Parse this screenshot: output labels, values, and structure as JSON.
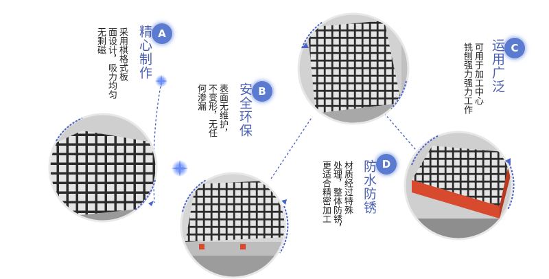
{
  "features": [
    {
      "letter": "A",
      "title": "精心制作",
      "desc": [
        "采用棋格式板",
        "面设计，吸力均匀",
        "无剩磁"
      ]
    },
    {
      "letter": "B",
      "title": "安全环保",
      "desc": [
        "表面无维护，",
        "不变形，无任",
        "何渗漏"
      ]
    },
    {
      "letter": "C",
      "title": "运用广泛",
      "desc": [
        "可用于加工中心",
        "铣刨强力强力工作"
      ]
    },
    {
      "letter": "D",
      "title": "防水防锈",
      "desc": [
        "材质经过特殊",
        "处理，整体防锈，",
        "更适合精密加工"
      ]
    }
  ],
  "colors": {
    "accent": "#4a5fb0",
    "badge": "#5b7bd0",
    "ring": "#4a63c8",
    "grid_line": "#2a2a2a",
    "grid_tile": "#e6e6e6",
    "red": "#d84a2e"
  }
}
